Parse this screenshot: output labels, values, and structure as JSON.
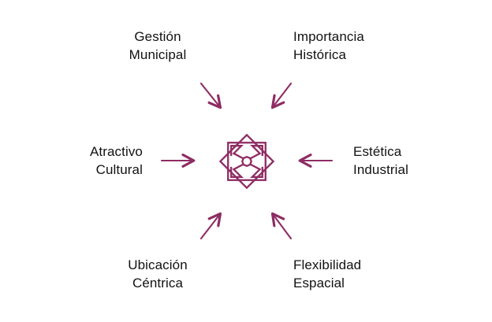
{
  "diagram": {
    "type": "radial-convergence",
    "background_color": "#ffffff",
    "accent_color": "#8E2C63",
    "text_color": "#121212",
    "center": {
      "icon": "eight-pointed-star-rosette-icon",
      "label": ""
    },
    "nodes": [
      {
        "id": "gestion-municipal",
        "label": "Gestión\nMunicipal",
        "position": "top-left",
        "align": "center",
        "arrow": "arrow-down-right-icon"
      },
      {
        "id": "importancia-historica",
        "label": "Importancia\nHistórica",
        "position": "top-right",
        "align": "left",
        "arrow": "arrow-down-left-icon"
      },
      {
        "id": "atractivo-cultural",
        "label": "Atractivo\nCultural",
        "position": "middle-left",
        "align": "right",
        "arrow": "arrow-right-icon"
      },
      {
        "id": "estetica-industrial",
        "label": "Estética\nIndustrial",
        "position": "middle-right",
        "align": "left",
        "arrow": "arrow-left-icon"
      },
      {
        "id": "ubicacion-centrica",
        "label": "Ubicación\nCéntrica",
        "position": "bottom-left",
        "align": "center",
        "arrow": "arrow-up-right-icon"
      },
      {
        "id": "flexibilidad-espacial",
        "label": "Flexibilidad\nEspacial",
        "position": "bottom-right",
        "align": "left",
        "arrow": "arrow-up-left-icon"
      }
    ]
  }
}
